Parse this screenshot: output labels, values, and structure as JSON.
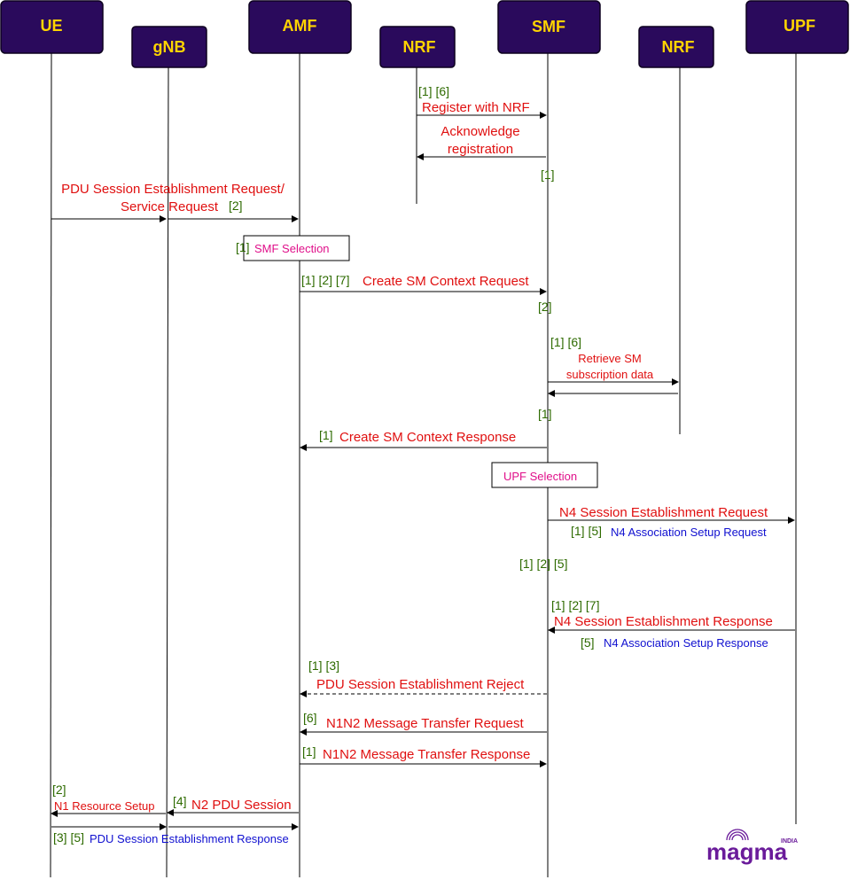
{
  "participants": [
    "UE",
    "gNB",
    "AMF",
    "NRF",
    "SMF",
    "NRF",
    "UPF"
  ],
  "messages": {
    "register_refs": "[1] [6]",
    "register": "Register with NRF",
    "ack_line1": "Acknowledge",
    "ack_line2": "registration",
    "smf_ref1": "[1]",
    "pdu_req_line1": "PDU Session Establishment Request/",
    "pdu_req_line2": "Service Request",
    "pdu_req_ref": "[2]",
    "smf_sel_ref": "[1]",
    "smf_selection": "SMF Selection",
    "create_req_refs": "[1] [2] [7]",
    "create_req": "Create SM Context Request",
    "smf_ref2": "[2]",
    "retrieve_refs": "[1] [6]",
    "retrieve_line1": "Retrieve SM",
    "retrieve_line2": "subscription data",
    "smf_ref3": "[1]",
    "create_resp_ref": "[1]",
    "create_resp": "Create SM Context Response",
    "upf_selection": "UPF Selection",
    "n4_req": "N4 Session Establishment Request",
    "n4_assoc_req_refs": "[1] [5]",
    "n4_assoc_req": "N4 Association Setup Request",
    "smf_refs4": "[1] [2] [5]",
    "n4_resp_refs": "[1] [2] [7]",
    "n4_resp": "N4 Session Establishment Response",
    "n4_assoc_resp_ref": "[5]",
    "n4_assoc_resp": "N4 Association Setup Response",
    "reject_refs": "[1] [3]",
    "reject": "PDU Session Establishment Reject",
    "n1n2_req_ref": "[6]",
    "n1n2_req": "N1N2 Message Transfer Request",
    "n1n2_resp_ref": "[1]",
    "n1n2_resp": "N1N2 Message Transfer Response",
    "n1_ref": "[2]",
    "n1_setup": "N1 Resource Setup",
    "n2_ref": "[4]",
    "n2_pdu": "N2 PDU Session",
    "pdu_resp_refs": "[3] [5]",
    "pdu_resp": "PDU Session Establishment Response"
  },
  "logo": {
    "brand": "magma",
    "region": "INDIA"
  },
  "colors": {
    "participant_fill": "#2a0a5c",
    "participant_text": "#ffd400",
    "message_text": "#e01010",
    "reference_text": "#2e6b00",
    "association_text": "#1010d0",
    "selection_text": "#e0108a"
  }
}
